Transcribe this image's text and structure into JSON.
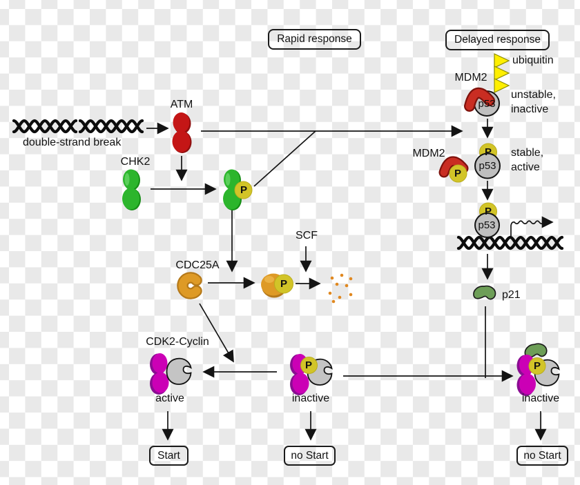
{
  "header": {
    "rapid_response": "Rapid response",
    "delayed_response": "Delayed response"
  },
  "labels": {
    "double_strand_break": "double-strand break",
    "atm": "ATM",
    "chk2": "CHK2",
    "cdc25a": "CDC25A",
    "scf": "SCF",
    "cdk2_cyclin": "CDK2-Cyclin",
    "active": "active",
    "inactive": "inactive",
    "mdm2": "MDM2",
    "ubiquitin": "ubiquitin",
    "unstable_line1": "unstable,",
    "unstable_line2": "inactive",
    "stable_line1": "stable,",
    "stable_line2": "active",
    "p21": "p21",
    "p53": "p53",
    "phosphate": "P"
  },
  "outcome_boxes": {
    "start": "Start",
    "no_start": "no Start"
  },
  "colors": {
    "atm_red": "#c41616",
    "chk2_green": "#2cb52c",
    "cdc25a_orange": "#de9a26",
    "cyclin_magenta": "#cb00b5",
    "cdk2_gray": "#c4c4c4",
    "p53_gray": "#bfbfbf",
    "p21_green": "#6d9e57",
    "mdm2_red": "#c92d22",
    "phosphate_yellow": "#d2c428",
    "ubiquitin_yellow": "#ffef00",
    "degradation_dot_orange": "#e08820",
    "line_black": "#141414",
    "checker_gray": "#e9e9e9"
  }
}
